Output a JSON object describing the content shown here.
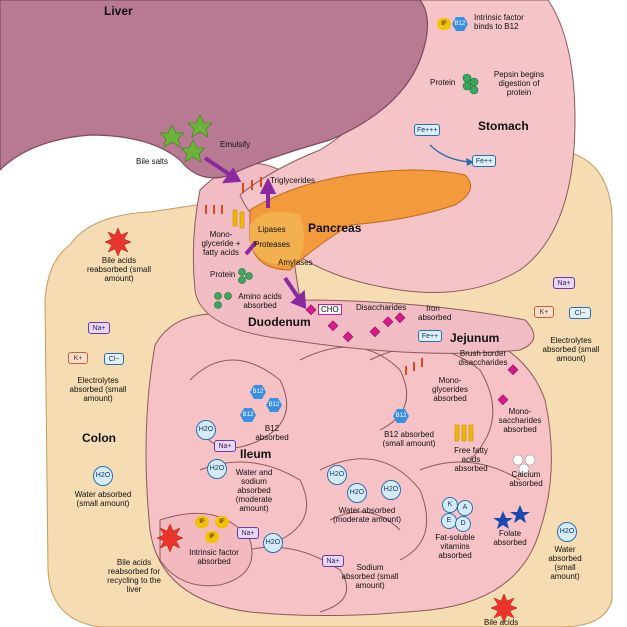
{
  "organs": {
    "liver": "Liver",
    "stomach": "Stomach",
    "pancreas": "Pancreas",
    "duodenum": "Duodenum",
    "jejunum": "Jejunum",
    "ileum": "Ileum",
    "colon": "Colon"
  },
  "stomach": {
    "intrinsic_factor": "Intrinsic factor binds to B12",
    "protein_label": "Protein",
    "pepsin": "Pepsin begins digestion of protein",
    "fe3": "Fe+++",
    "fe2": "Fe++"
  },
  "liver_area": {
    "bile_salts": "Bile salts",
    "emulsify": "Emulsify",
    "triglycerides": "Triglycerides"
  },
  "pancreas_area": {
    "monoglyceride": "Mono- glyceride + fatty acids",
    "lipases": "Lipases",
    "proteases": "Proteases",
    "amylases": "Amylases",
    "protein": "Protein",
    "amino_acids": "Amino acids absorbed",
    "cho": "CHO",
    "disaccharides": "Disaccharides",
    "iron_absorbed": "Iron absorbed",
    "fe2": "Fe++"
  },
  "left_colon": {
    "bile_acids": "Bile acids reabsorbed (small amount)",
    "na": "Na+",
    "k": "K+",
    "cl": "Cl−",
    "electrolytes": "Electrolytes absorbed (small amount)",
    "h2o": "H2O",
    "water": "Water absorbed (small amount)",
    "bile_recycle": "Bile acids reabsorbed for recycling to the liver"
  },
  "right_colon": {
    "na": "Na+",
    "k": "K+",
    "cl": "Cl−",
    "electrolytes": "Electrolytes absorbed (small amount)",
    "h2o": "H2O",
    "water": "Water absorbed (small amount)",
    "bile_bottom": "Bile acids"
  },
  "jejunum_area": {
    "brush_border": "Brush border disaccharides",
    "monoglycerides": "Mono- glycerides absorbed",
    "monosaccharides": "Mono- saccharides absorbed",
    "b12": "B12",
    "b12_absorbed": "B12 absorbed (small amount)",
    "free_fatty": "Free fatty acids absorbed",
    "calcium": "Calcium absorbed",
    "fat_soluble": "Fat-soluble vitamins absorbed",
    "folate": "Folate absorbed",
    "vit_k": "K",
    "vit_a": "A",
    "vit_e": "E",
    "vit_d": "D"
  },
  "ileum_area": {
    "b12": "B12",
    "b12_absorbed": "B12 absorbed",
    "h2o": "H2O",
    "na": "Na+",
    "water_sodium": "Water and sodium absorbed (moderate amount)",
    "water_moderate": "Water absorbed (moderate amount)",
    "intrinsic_absorbed": "Intrinsic factor absorbed",
    "if_label": "IF",
    "sodium_absorbed": "Sodium absorbed (small amount)"
  },
  "colors": {
    "liver": "#b87a92",
    "stomach": "#f4c4c8",
    "pancreas": "#f39a3c",
    "intestine": "#f6c2c6",
    "colon": "#f5dcb2",
    "arrow": "#8a2aa0"
  }
}
